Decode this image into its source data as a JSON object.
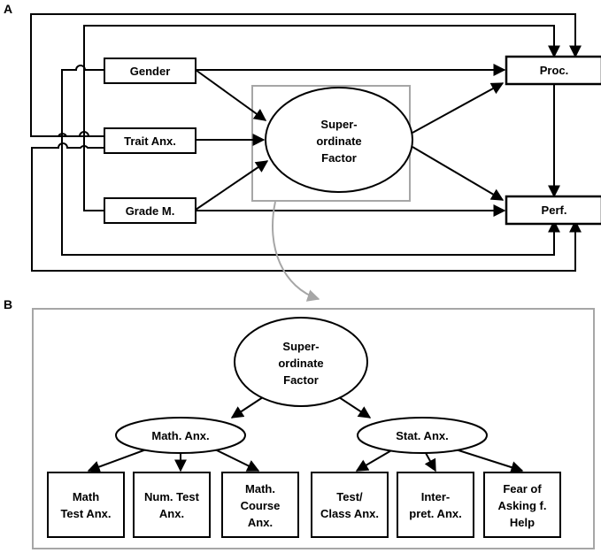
{
  "panels": {
    "a": "A",
    "b": "B"
  },
  "panel_a": {
    "nodes": {
      "gender": "Gender",
      "trait_anx": "Trait Anx.",
      "grade_m": "Grade M.",
      "proc": "Proc.",
      "perf": "Perf.",
      "superordinate": [
        "Super-",
        "ordinate",
        "Factor"
      ]
    }
  },
  "panel_b": {
    "top_factor": [
      "Super-",
      "ordinate",
      "Factor"
    ],
    "math_anx": "Math. Anx.",
    "stat_anx": "Stat. Anx.",
    "math_children": [
      [
        "Math",
        "Test Anx."
      ],
      [
        "Num. Test",
        "Anx."
      ],
      [
        "Math.",
        "Course",
        "Anx."
      ]
    ],
    "stat_children": [
      [
        "Test/",
        "Class Anx."
      ],
      [
        "Inter-",
        "pret. Anx."
      ],
      [
        "Fear of",
        "Asking f.",
        "Help"
      ]
    ]
  },
  "colors": {
    "stroke": "#000000",
    "highlight": "#a6a6a6"
  }
}
